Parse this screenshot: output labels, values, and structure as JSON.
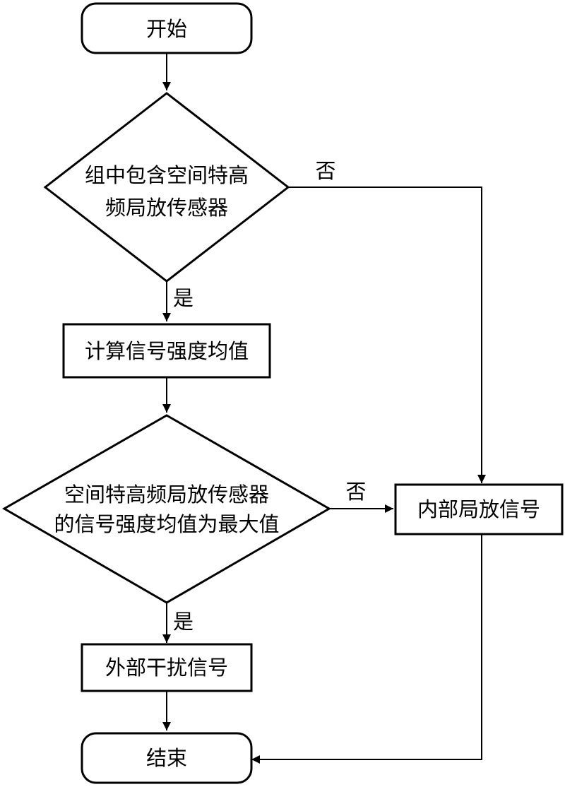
{
  "nodes": {
    "start": "开始",
    "decision1": {
      "line1": "组中包含空间特高",
      "line2": "频局放传感器"
    },
    "calc": "计算信号强度均值",
    "decision2": {
      "line1": "空间特高频局放传感器",
      "line2": "的信号强度均值为最大值"
    },
    "internal": "内部局放信号",
    "external": "外部干扰信号",
    "end": "结束"
  },
  "edge_labels": {
    "d1_no": "否",
    "d1_yes": "是",
    "d2_no": "否",
    "d2_yes": "是"
  }
}
